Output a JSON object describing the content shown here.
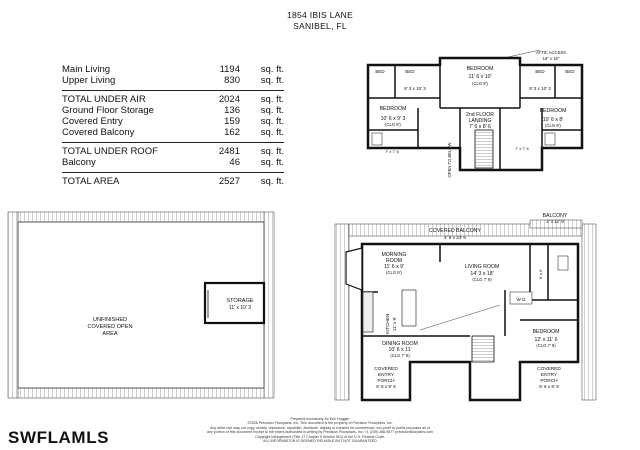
{
  "header": {
    "address": "1854 IBIS LANE",
    "city": "SANIBEL, FL"
  },
  "area_table": {
    "unit": "sq. ft.",
    "groups": [
      [
        {
          "label": "Main Living",
          "value": "1194"
        },
        {
          "label": "Upper Living",
          "value": "830"
        }
      ],
      [
        {
          "label": "TOTAL UNDER AIR",
          "value": "2024"
        },
        {
          "label": "Ground Floor Storage",
          "value": "136"
        },
        {
          "label": "Covered Entry",
          "value": "159"
        },
        {
          "label": "Covered Balcony",
          "value": "162"
        }
      ],
      [
        {
          "label": "TOTAL UNDER ROOF",
          "value": "2481"
        },
        {
          "label": "Balcony",
          "value": "46"
        }
      ],
      [
        {
          "label": "TOTAL AREA",
          "value": "2527"
        }
      ]
    ]
  },
  "second_floor": {
    "attic_name": "ATTIC ACCESS",
    "attic_dims": "16\" x 16\"",
    "bedroom_top_name": "BEDROOM",
    "bedroom_top_dims": "11' 6 x 10'",
    "bedroom_top_clg": "(CLG 9')",
    "bed": "BED",
    "bed_left_dims": "8' 3 x 10' 3",
    "bed_right_dims": "8' 3 x 10' 3",
    "bedroom_left_name": "BEDROOM",
    "bedroom_left_dims": "10' 6 x 9' 3",
    "bedroom_left_clg": "(CLG 9')",
    "bedroom_right_name": "BEDROOM",
    "bedroom_right_dims": "10' 6 x 8'",
    "bedroom_right_clg": "(CLG 9')",
    "landing_name": "2nd FLOOR",
    "landing_name2": "LANDING",
    "landing_dims": "7' 6 x 8' 6",
    "open_below": "OPEN TO BELOW",
    "closet_left": "7' x 7' 6",
    "closet_right": "7' x 7' 6"
  },
  "ground_floor": {
    "open_area_line1": "UNFINISHED",
    "open_area_line2": "COVERED OPEN",
    "open_area_line3": "AREA",
    "storage_name": "STORAGE",
    "storage_dims": "11' x 10' 3"
  },
  "main_floor": {
    "balcony_name": "BALCONY",
    "balcony_dims": "4' x 11' 9",
    "covered_balcony_name": "COVERED BALCONY",
    "covered_balcony_dims": "4' 9 x 33' 6",
    "morning_name": "MORNING",
    "morning_name2": "ROOM",
    "morning_dims": "11' 6 x 9'",
    "morning_clg": "(CLG 9')",
    "living_name": "LIVING ROOM",
    "living_dims": "14' 3 x 18'",
    "living_clg": "(CLG 7' 9)",
    "kitchen_name": "KITCHEN",
    "kitchen_dims": "11' x 9'",
    "dining_name": "DINING ROOM",
    "dining_dims": "10' 6 x 11'",
    "dining_clg": "(CLG 7' 9)",
    "bedroom_name": "BEDROOM",
    "bedroom_dims": "12' x 11' 6",
    "bedroom_clg": "(CLG 7' 9)",
    "wd": "W D",
    "closet": "6' x 6'",
    "entry_left_line1": "COVERED",
    "entry_left_line2": "ENTRY",
    "entry_left_line3": "PORCH",
    "entry_left_dims": "6' 6 x 9' 9",
    "entry_right_line1": "COVERED",
    "entry_right_line2": "ENTRY",
    "entry_right_line3": "PORCH",
    "entry_right_dims": "6' 6 x 9' 9"
  },
  "footer": {
    "prepared": "Prepared exclusively for Eric Huggler",
    "copyright": "©2026 Precision Floorplans, Inc. This document is the property of Precision Floorplans, Inc.",
    "line3": "Any other use may not copy, modify, reproduce, republish, distribute, display or transmit for commercial, non-profit or public purposes all or",
    "line4": "any portion of this document except to the extent authorized in writing by Precision Floorplans, Inc. +1 (239) 288-9877 precisionfloorplans.com",
    "line5": "Copyright Infringement (Title 17 Chapter 5 Section 501) of the U.S. Federal Code.",
    "line6": "ALL INFORMATION IS DEEMED RELIABLE BUT NOT GUARANTEED"
  },
  "brand": {
    "logo": "SWFLAMLS"
  }
}
